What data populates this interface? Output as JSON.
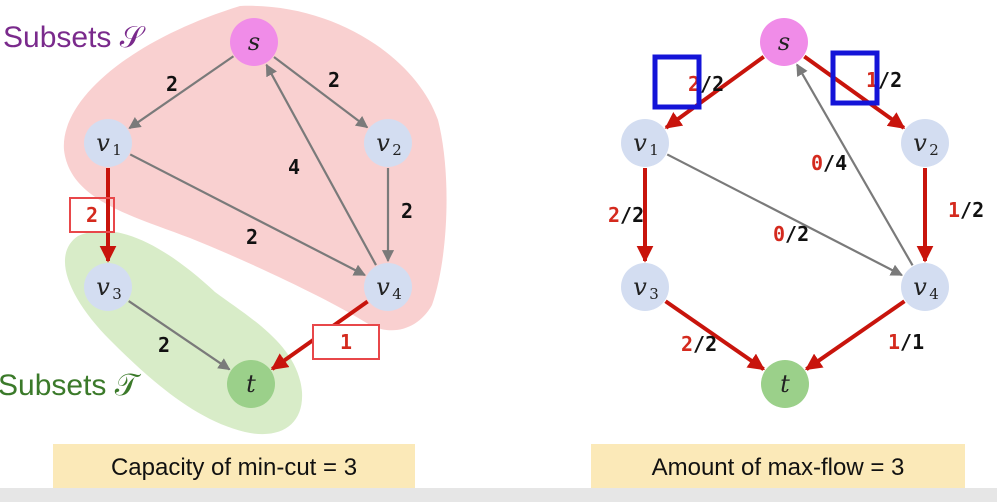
{
  "colors": {
    "source_node": "#f08ce8",
    "sink_node": "#9bd08a",
    "inner_node": "#d3ddf1",
    "flow_edge": "#c8140c",
    "normal_edge": "#7a7a7a",
    "flow_number": "#d42a1e",
    "capacity_number": "#111111",
    "subset_s_region": "#f9d0d0",
    "subset_t_region": "#d8ecc8",
    "subset_s_text": "#7a2a8c",
    "subset_t_text": "#3b7a2a",
    "min_cut_box": "#e8474a",
    "highlight_box": "#1414d8",
    "caption_bg": "#fbe9b8"
  },
  "left": {
    "subset_s_label": "Subsets 𝒮",
    "subset_t_label": "Subsets 𝒯",
    "caption": "Capacity of min-cut = 3",
    "edges": [
      {
        "from": "s",
        "to": "v1",
        "label": "2",
        "cut": false
      },
      {
        "from": "s",
        "to": "v2",
        "label": "2",
        "cut": false
      },
      {
        "from": "v4",
        "to": "s",
        "label": "4",
        "cut": false
      },
      {
        "from": "v1",
        "to": "v4",
        "label": "2",
        "cut": false
      },
      {
        "from": "v2",
        "to": "v4",
        "label": "2",
        "cut": false
      },
      {
        "from": "v1",
        "to": "v3",
        "label": "2",
        "cut": true
      },
      {
        "from": "v3",
        "to": "t",
        "label": "2",
        "cut": false
      },
      {
        "from": "v4",
        "to": "t",
        "label": "1",
        "cut": true
      }
    ]
  },
  "right": {
    "caption": "Amount of max-flow = 3",
    "edges": [
      {
        "from": "s",
        "to": "v1",
        "flow": "2",
        "capacity": "/2",
        "saturated": true,
        "highlight": true
      },
      {
        "from": "s",
        "to": "v2",
        "flow": "1",
        "capacity": "/2",
        "saturated": false,
        "highlight": true
      },
      {
        "from": "v4",
        "to": "s",
        "flow": "0",
        "capacity": "/4",
        "saturated": false,
        "highlight": false
      },
      {
        "from": "v1",
        "to": "v4",
        "flow": "0",
        "capacity": "/2",
        "saturated": false,
        "highlight": false
      },
      {
        "from": "v2",
        "to": "v4",
        "flow": "1",
        "capacity": "/2",
        "saturated": false,
        "highlight": false
      },
      {
        "from": "v1",
        "to": "v3",
        "flow": "2",
        "capacity": "/2",
        "saturated": true,
        "highlight": false
      },
      {
        "from": "v3",
        "to": "t",
        "flow": "2",
        "capacity": "/2",
        "saturated": true,
        "highlight": false
      },
      {
        "from": "v4",
        "to": "t",
        "flow": "1",
        "capacity": "/1",
        "saturated": true,
        "highlight": false
      }
    ]
  },
  "nodes": [
    {
      "id": "s",
      "name": "s",
      "sub": "",
      "kind": "source"
    },
    {
      "id": "v1",
      "name": "v",
      "sub": "1",
      "kind": "inner"
    },
    {
      "id": "v2",
      "name": "v",
      "sub": "2",
      "kind": "inner"
    },
    {
      "id": "v3",
      "name": "v",
      "sub": "3",
      "kind": "inner"
    },
    {
      "id": "v4",
      "name": "v",
      "sub": "4",
      "kind": "inner"
    },
    {
      "id": "t",
      "name": "t",
      "sub": "",
      "kind": "sink"
    }
  ]
}
